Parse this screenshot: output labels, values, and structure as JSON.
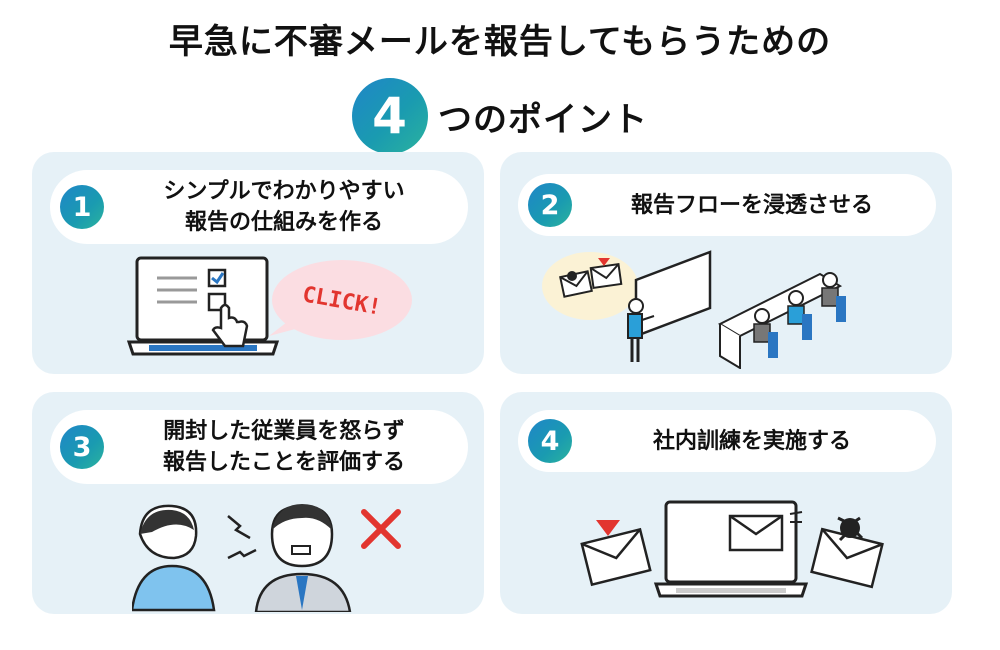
{
  "header": {
    "title_line1": "早急に不審メールを報告してもらうための",
    "count": "4",
    "title_line2": "つのポイント"
  },
  "points": [
    {
      "num": "1",
      "line1": "シンプルでわかりやすい",
      "line2": "報告の仕組みを作る"
    },
    {
      "num": "2",
      "line1": "報告フローを浸透させる",
      "line2": ""
    },
    {
      "num": "3",
      "line1": "開封した従業員を怒らず",
      "line2": "報告したことを評価する"
    },
    {
      "num": "4",
      "line1": "社内訓練を実施する",
      "line2": ""
    }
  ],
  "bubble_text": "CLICK!",
  "colors": {
    "accent_blue": "#1f86c8",
    "accent_teal": "#2bb39e",
    "card_bg": "#e6f1f7",
    "red": "#e2352f"
  }
}
